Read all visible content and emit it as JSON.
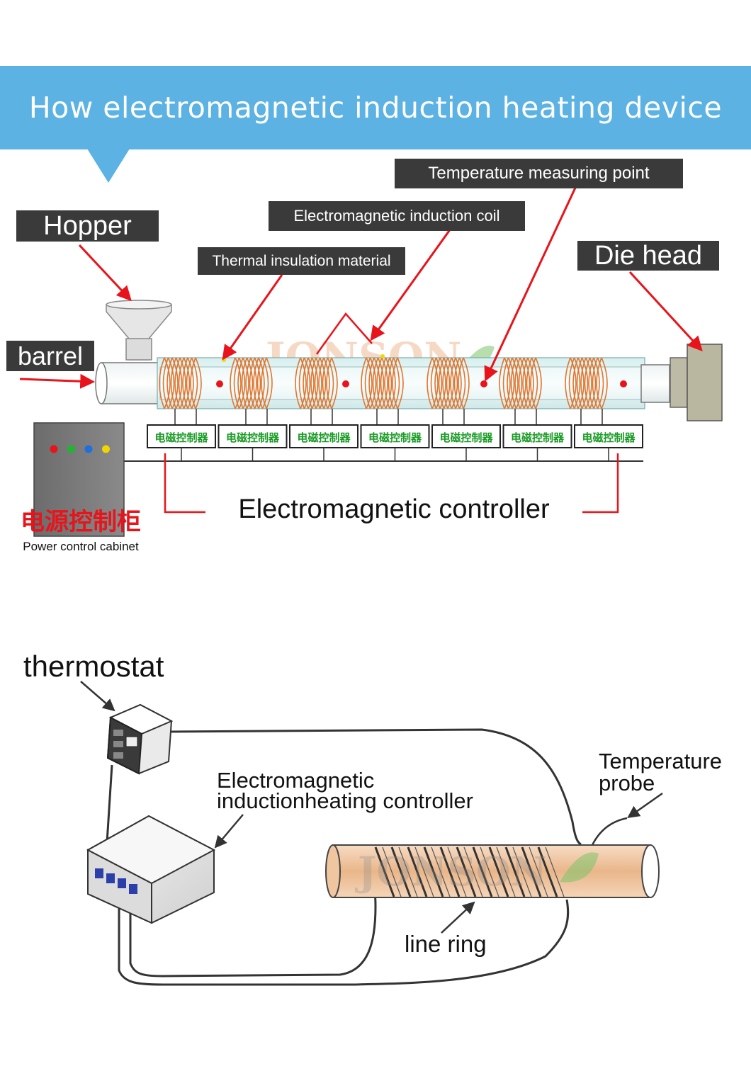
{
  "header": {
    "title": "How electromagnetic induction heating device works"
  },
  "top_diagram": {
    "labels": {
      "hopper": "Hopper",
      "barrel": "barrel",
      "die_head": "Die head",
      "thermal_insulation": "Thermal insulation material",
      "induction_coil": "Electromagnetic induction coil",
      "temp_point": "Temperature measuring point",
      "controller": "Electromagnetic controller",
      "cabinet_cn": "电源控制柜",
      "cabinet_en": "Power control cabinet"
    },
    "controller_module_label": "电磁控制器",
    "controller_module_count": 7,
    "cabinet_lights": [
      "#e8141b",
      "#1fb533",
      "#1f6fe0",
      "#f2d600"
    ],
    "watermark": "JONSON",
    "colors": {
      "coil": "#e0762f",
      "arrow": "#e8141b",
      "module_text": "#1a9b25"
    }
  },
  "bottom_diagram": {
    "labels": {
      "thermostat": "thermostat",
      "controller_line1": "Electromagnetic",
      "controller_line2": "inductionheating controller",
      "probe_line1": "Temperature",
      "probe_line2": "probe",
      "line_ring": "line ring"
    },
    "watermark": "JONSON",
    "colors": {
      "pipe": "#f0c6a0"
    }
  }
}
